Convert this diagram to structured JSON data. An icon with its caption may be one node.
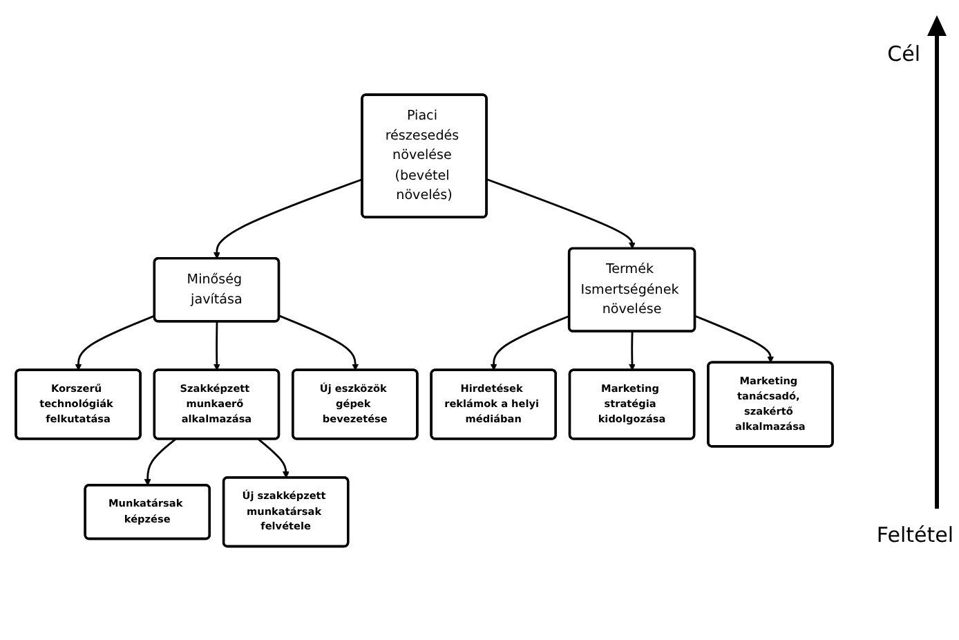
{
  "diagram": {
    "nodes": [
      {
        "text": [
          "Piaci részesedés növelése (bevétel növelés)"
        ]
      },
      {
        "text": [
          "Minőség javítása"
        ]
      },
      {
        "text": [
          "Termék Ismertségének növelése"
        ]
      },
      {
        "text": [
          "Korszerű technológiák felkutatása"
        ]
      },
      {
        "text": [
          "Szakképzett munkaerő alkalmazása"
        ]
      },
      {
        "text": [
          "Új eszközök gépek bevezetése"
        ]
      },
      {
        "text": [
          "Hirdetések reklámok a helyi médiában"
        ]
      },
      {
        "text": [
          "Marketing stratégia kidolgozása"
        ]
      },
      {
        "text": [
          "Marketing tanácsadó, szakértő alkalmazása"
        ]
      },
      {
        "text": [
          "Munkatársak képzése"
        ]
      },
      {
        "text": [
          "Új szakképzett munkatársak felvétele"
        ]
      }
    ],
    "edges": [
      {
        "from": 0,
        "to": 1,
        "arrow": "to"
      },
      {
        "from": 0,
        "to": 2,
        "arrow": "to"
      },
      {
        "from": 1,
        "to": 3,
        "arrow": "to"
      },
      {
        "from": 1,
        "to": 4,
        "arrow": "to"
      },
      {
        "from": 1,
        "to": 5,
        "arrow": "to"
      },
      {
        "from": 2,
        "to": 6,
        "arrow": "to"
      },
      {
        "from": 2,
        "to": 7,
        "arrow": "to"
      },
      {
        "from": 2,
        "to": 8,
        "arrow": "to"
      },
      {
        "from": 4,
        "to": 9,
        "arrow": "to"
      },
      {
        "from": 4,
        "to": 10,
        "arrow": "to"
      }
    ],
    "labels": [
      "Cél",
      "Feltétel"
    ]
  }
}
